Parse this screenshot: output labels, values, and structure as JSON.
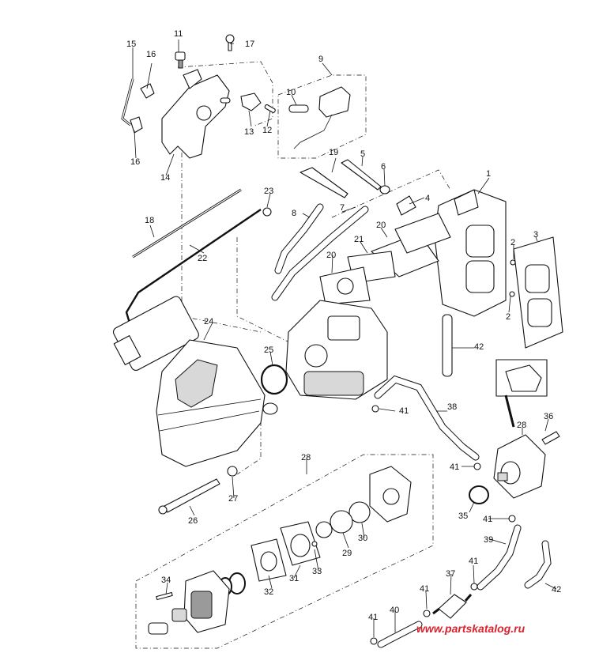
{
  "callouts": [
    "1",
    "2",
    "2",
    "3",
    "4",
    "5",
    "6",
    "7",
    "8",
    "9",
    "10",
    "11",
    "12",
    "13",
    "14",
    "15",
    "16",
    "16",
    "17",
    "18",
    "19",
    "20",
    "20",
    "21",
    "22",
    "23",
    "24",
    "25",
    "26",
    "27",
    "28",
    "28",
    "29",
    "30",
    "31",
    "32",
    "33",
    "34",
    "35",
    "36",
    "37",
    "38",
    "39",
    "40",
    "41",
    "41",
    "41",
    "41",
    "41",
    "41",
    "42",
    "42"
  ],
  "watermark": "www.partskatalog.ru"
}
